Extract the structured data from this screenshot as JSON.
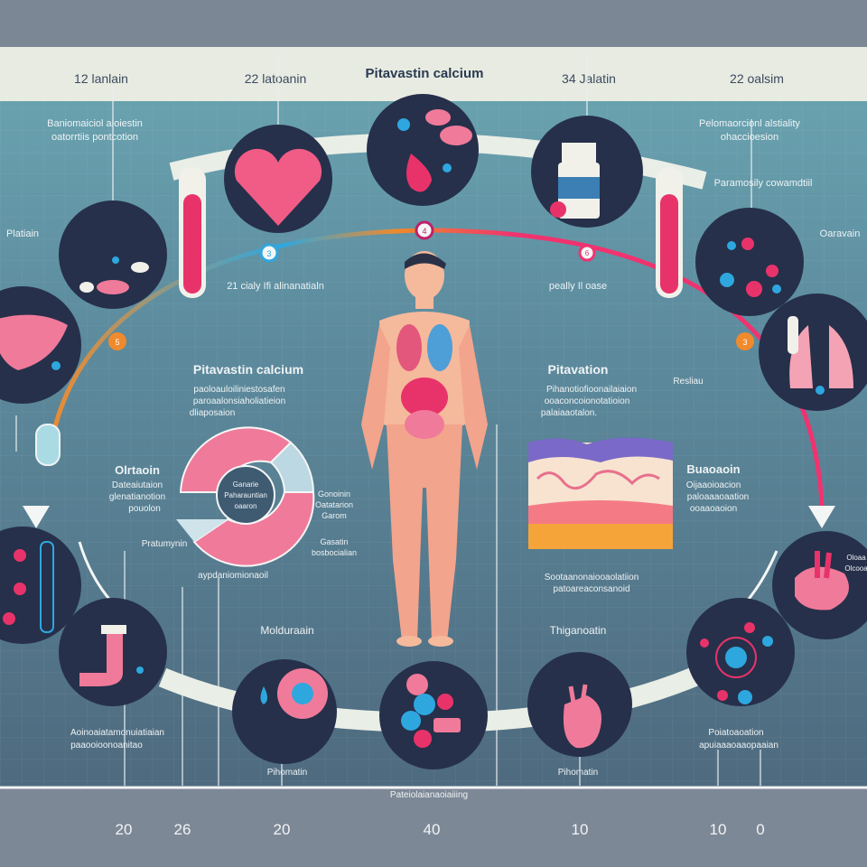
{
  "header": {
    "title": "Pitavastin calcium",
    "top_labels": [
      "12 lanlain",
      "22 latoanin",
      "34 Jalatin",
      "22 oalsim"
    ]
  },
  "callouts": {
    "top_left": [
      "Baniomaiciol aloiestin",
      "oatorrtiis pontcotion"
    ],
    "top_right": [
      "Pelomaorcionl alstiality",
      "ohaccioesion"
    ],
    "left_edge": "Platiain",
    "right_edge": "Oaravain",
    "right_mid": "Paramosily cowamdtiil",
    "arc_left": "21 cialy Ifi alinanatialn",
    "arc_right": "peally Il oase",
    "step_markers": [
      "3",
      "4",
      "5",
      "6",
      "3"
    ]
  },
  "left_panel": {
    "title": "Pitavastin calcium",
    "lines": [
      "paoloauloiliniestosafen",
      "paroaalonsiaholiatieion",
      "dliaposaion"
    ],
    "side_label": "Olrtaoin",
    "side_lines": [
      "Dateaiutaion",
      "glenatianotion",
      "pouolon"
    ],
    "wheel_center": [
      "Ganarie",
      "Paharauntian",
      "oaaron"
    ],
    "wheel_right": [
      "Gonoinin",
      "Oatatarion",
      "Garom"
    ],
    "wheel_bottom_right": [
      "Gasatin",
      "bosbocialian"
    ],
    "wheel_left": "Pratumynin",
    "caption": "aypdaniomionaoil"
  },
  "right_panel": {
    "title": "Pitavation",
    "lines": [
      "Pihanotiofioonailaiaion",
      "ooaconcoionotatioion",
      "palaiaaotalon."
    ],
    "top_right_label": "Resliau",
    "side_label": "Buaoaoin",
    "side_lines": [
      "Oijaaoioacion",
      "paloaaaoaation",
      "ooaaoaoion"
    ],
    "caption": [
      "Sootaanonaiooaolatiion",
      "patoareaconsanoid"
    ],
    "stomach_note": [
      "Oloaa",
      "Olcooa"
    ]
  },
  "bottom": {
    "labels": [
      "Molduraain",
      "Thiganoatin"
    ],
    "left_caption": [
      "Aoinoaiatamonuiatiaian",
      "paaooioonoanitao"
    ],
    "right_caption": [
      "Poiatoaoation",
      "apuiaaaoaaopaaian"
    ],
    "circle_labels": [
      "Pihomatin",
      "Pihomatin"
    ],
    "center_caption": "Pateiolaianaoiaiiing"
  },
  "axis": {
    "ticks": [
      "20",
      "26",
      "20",
      "40",
      "10",
      "10",
      "0"
    ]
  },
  "colors": {
    "circle_fill": "#26304a",
    "accent_pink": "#f0336f",
    "accent_orange": "#f08a2c",
    "accent_blue": "#2ea7df",
    "cream_band": "#e7ebe1",
    "teal_bg": "#6da8b3",
    "slate_bg": "#50697f"
  }
}
